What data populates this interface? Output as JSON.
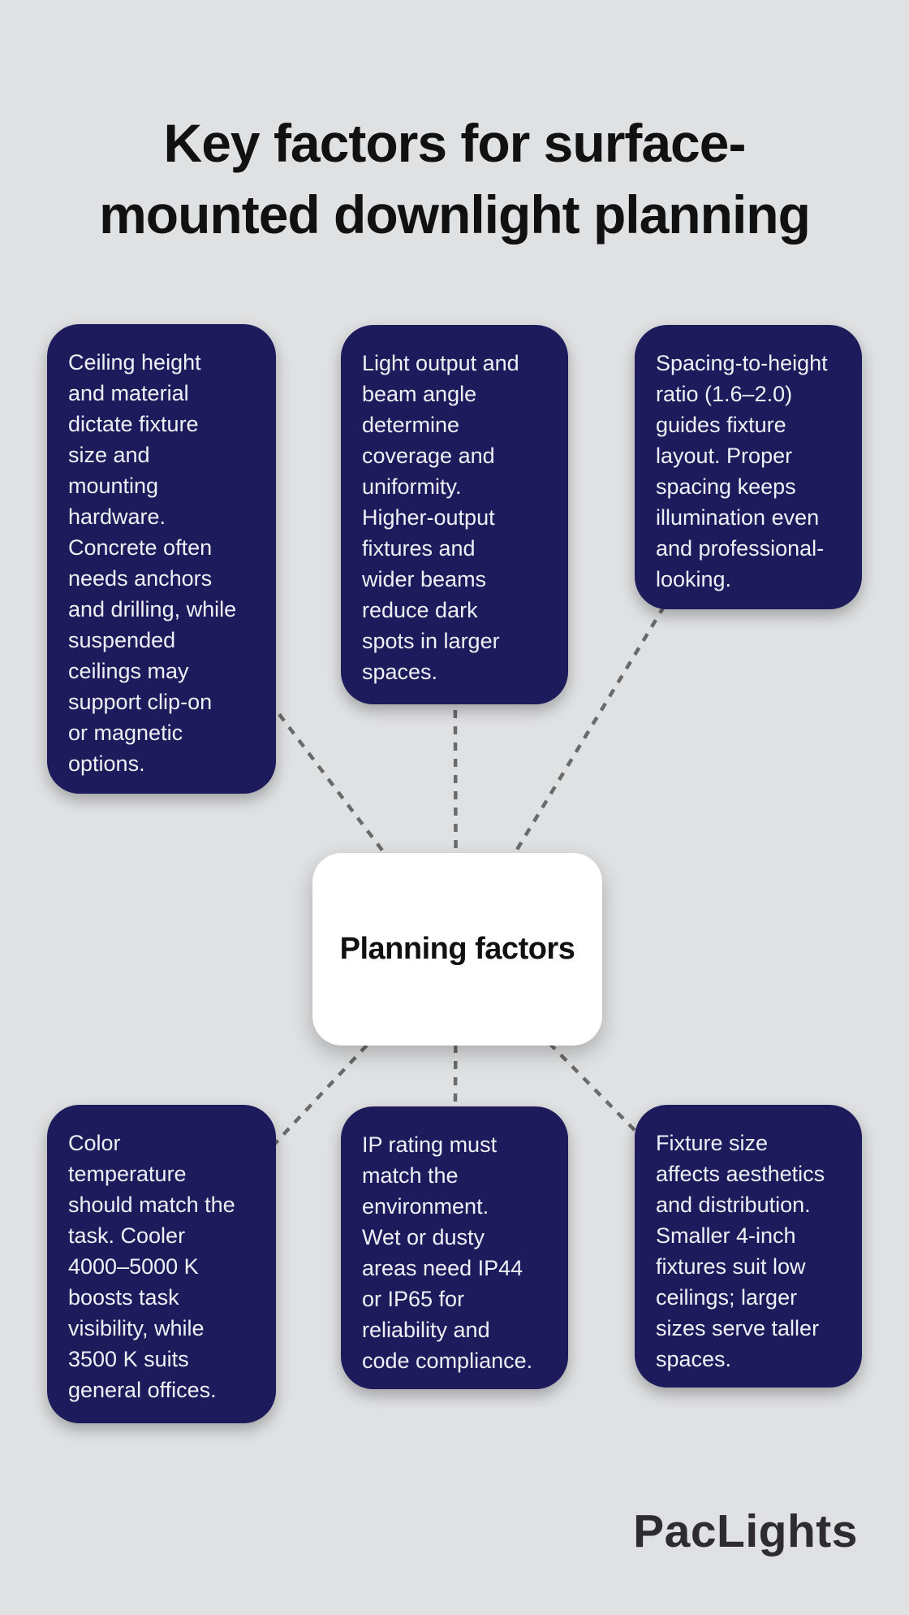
{
  "title": "Key factors for surface-\nmounted downlight planning",
  "center": {
    "label": "Planning factors"
  },
  "cards": [
    {
      "id": "ceiling-height",
      "text": "Ceiling height\nand material\ndictate fixture\nsize and\nmounting\nhardware.\nConcrete often\nneeds anchors\nand drilling, while\nsuspended\nceilings may\nsupport clip-on\nor magnetic\noptions."
    },
    {
      "id": "light-output",
      "text": "Light output and\nbeam angle\ndetermine\ncoverage and\nuniformity.\nHigher-output\nfixtures and\nwider beams\nreduce dark\nspots in larger\nspaces."
    },
    {
      "id": "spacing-to-height",
      "text": "Spacing-to-height\nratio (1.6–2.0)\nguides fixture\nlayout. Proper\nspacing keeps\nillumination even\nand professional-\nlooking."
    },
    {
      "id": "color-temperature",
      "text": "Color\ntemperature\nshould match the\ntask. Cooler\n4000–5000 K\nboosts task\nvisibility, while\n3500 K suits\ngeneral offices."
    },
    {
      "id": "ip-rating",
      "text": "IP rating must\nmatch the\nenvironment.\nWet or dusty\nareas need IP44\nor IP65 for\nreliability and\ncode compliance."
    },
    {
      "id": "fixture-size",
      "text": "Fixture size\naffects aesthetics\nand distribution.\nSmaller 4-inch\nfixtures suit low\nceilings; larger\nsizes serve taller\nspaces."
    }
  ],
  "logo": {
    "text": "PacLights"
  },
  "colors": {
    "background": "#e0e1e2",
    "card_background": "#1e1b5c",
    "card_text": "#eef0f6",
    "title_text": "#111111",
    "center_background": "#ffffff",
    "center_text": "#111111",
    "connector": "#6a6a6a",
    "logo_text": "#2e2c2e"
  }
}
